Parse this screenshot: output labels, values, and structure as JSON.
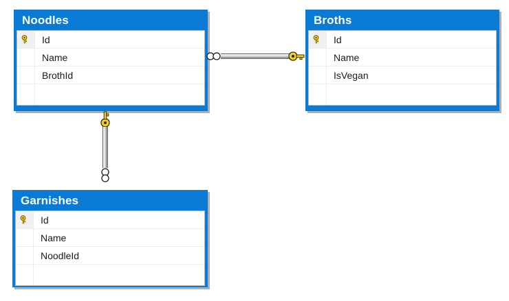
{
  "diagram": {
    "type": "database-entity-relationship-diagram",
    "background_color": "#FFFFFF",
    "header_color": "#0A7BD4",
    "header_text_color": "#FFFFFF",
    "key_icon_color": "#F2D024",
    "entities": [
      {
        "id": "noodles",
        "title": "Noodles",
        "columns": [
          {
            "name": "Id",
            "primary_key": true
          },
          {
            "name": "Name",
            "primary_key": false
          },
          {
            "name": "BrothId",
            "primary_key": false
          }
        ]
      },
      {
        "id": "broths",
        "title": "Broths",
        "columns": [
          {
            "name": "Id",
            "primary_key": true
          },
          {
            "name": "Name",
            "primary_key": false
          },
          {
            "name": "IsVegan",
            "primary_key": false
          }
        ]
      },
      {
        "id": "garnishes",
        "title": "Garnishes",
        "columns": [
          {
            "name": "Id",
            "primary_key": true
          },
          {
            "name": "Name",
            "primary_key": false
          },
          {
            "name": "NoodleId",
            "primary_key": false
          }
        ]
      }
    ],
    "relationships": [
      {
        "id": "noodles-broths",
        "from_entity": "Noodles",
        "from_cardinality": "many",
        "to_entity": "Broths",
        "to_cardinality": "one",
        "orientation": "horizontal"
      },
      {
        "id": "noodles-garnishes",
        "from_entity": "Noodles",
        "from_cardinality": "one",
        "to_entity": "Garnishes",
        "to_cardinality": "many",
        "orientation": "vertical"
      }
    ],
    "icons": {
      "primary_key": "key-icon",
      "many_cardinality": "infinity-icon",
      "one_cardinality": "key-icon"
    }
  }
}
